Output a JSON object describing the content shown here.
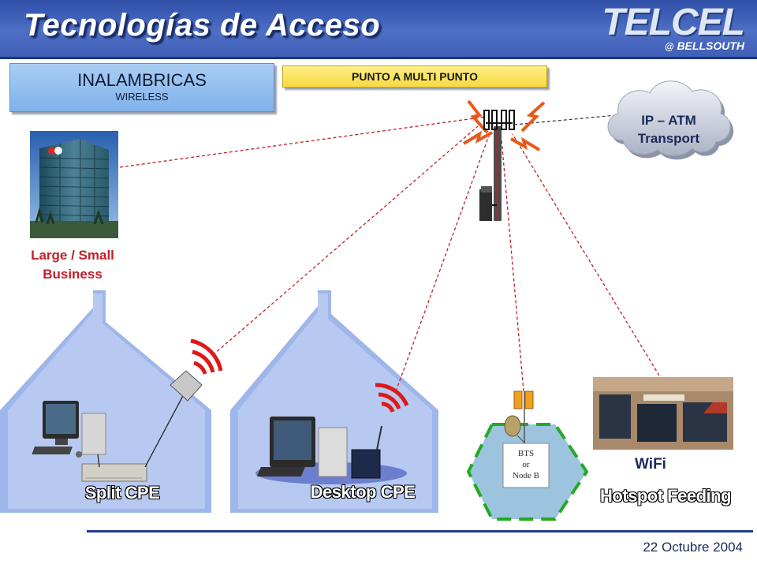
{
  "slide": {
    "title": "Tecnologías de Acceso",
    "logo": {
      "brand": "TELCEL",
      "subtitle_at": "@",
      "subtitle": "BELLSOUTH"
    },
    "date": "22 Octubre 2004"
  },
  "boxes": {
    "inalambricas_title": "INALAMBRICAS",
    "inalambricas_sub": "WIRELESS",
    "punto_multipunto": "PUNTO A MULTI PUNTO"
  },
  "labels": {
    "business_line1": "Large / Small",
    "business_line2": "Business",
    "ip_atm_line1": "IP – ATM",
    "ip_atm_line2": "Transport",
    "split_cpe": "Split CPE",
    "desktop_cpe": "Desktop CPE",
    "bts_line1": "BTS",
    "bts_line2": "or",
    "bts_line3": "Node B",
    "wifi": "WiFi",
    "hotspot": "Hotspot Feeding"
  },
  "colors": {
    "header_blue": "#3f5fb6",
    "link_red": "#c0202a",
    "house_blue": "#9fb6ea",
    "hex_fill": "#9cc4de",
    "hex_dash": "#22aa22",
    "flash_orange": "#e85a1a"
  }
}
